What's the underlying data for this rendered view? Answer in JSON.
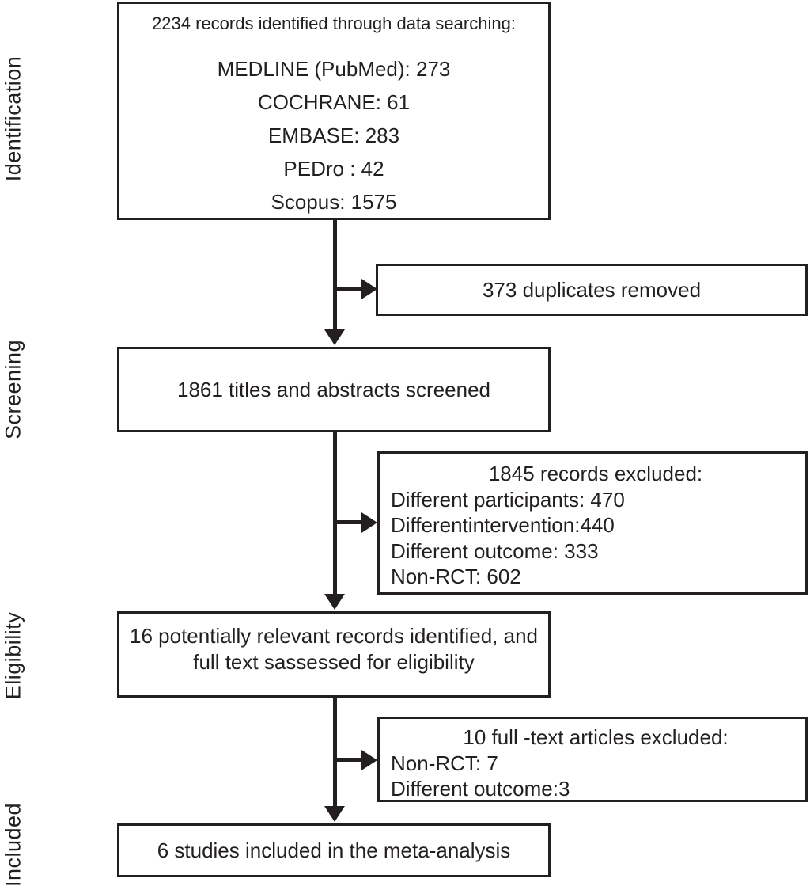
{
  "stages": {
    "identification": "Identification",
    "screening": "Screening",
    "eligibility": "Eligibility",
    "included": "Included"
  },
  "boxes": {
    "identification": {
      "title": "2234 records identified through data searching:",
      "sources": [
        "MEDLINE (PubMed): 273",
        "COCHRANE: 61",
        "EMBASE: 283",
        "PEDro : 42",
        "Scopus: 1575"
      ]
    },
    "duplicates_removed": {
      "text": "373 duplicates removed"
    },
    "screening": {
      "text": "1861 titles and abstracts screened"
    },
    "records_excluded": {
      "title": "1845 records excluded:",
      "reasons": [
        "Different participants: 470",
        "Differentintervention:440",
        "Different outcome: 333",
        "Non-RCT: 602"
      ]
    },
    "eligibility": {
      "lines": [
        "16 potentially relevant records identified, and",
        "full text sassessed for eligibility"
      ]
    },
    "full_text_excluded": {
      "title": "10 full -text articles excluded:",
      "reasons": [
        "Non-RCT: 7",
        "Different outcome:3"
      ]
    },
    "included": {
      "text": "6 studies included in the meta-analysis"
    }
  },
  "colors": {
    "ink": "#231f20",
    "background": "#ffffff"
  }
}
